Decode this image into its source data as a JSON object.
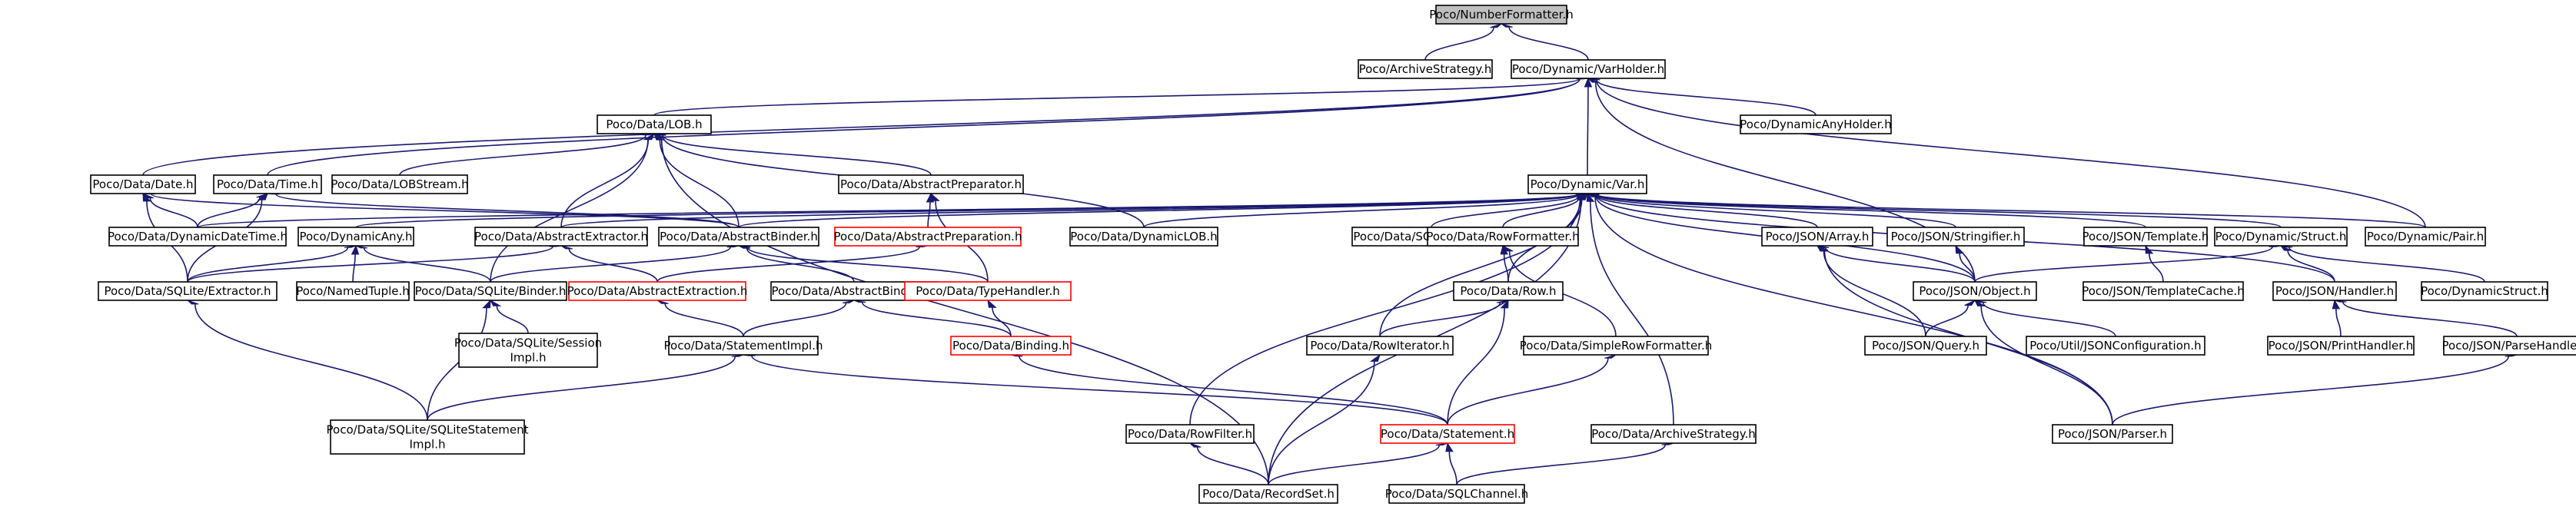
{
  "colors": {
    "edge": "#191970",
    "node_border": "#000000",
    "node_border_incomplete": "#ff0000",
    "root_fill": "#bfbfbf",
    "node_fill": "#ffffff"
  },
  "nodes": [
    {
      "id": "numfmt",
      "label": "Poco/NumberFormatter.h",
      "style": "root"
    },
    {
      "id": "archstrat",
      "label": "Poco/ArchiveStrategy.h",
      "style": "normal"
    },
    {
      "id": "varholder",
      "label": "Poco/Dynamic/VarHolder.h",
      "style": "normal"
    },
    {
      "id": "dynanyholder",
      "label": "Poco/DynamicAnyHolder.h",
      "style": "normal"
    },
    {
      "id": "lob",
      "label": "Poco/Data/LOB.h",
      "style": "normal"
    },
    {
      "id": "date",
      "label": "Poco/Data/Date.h",
      "style": "normal"
    },
    {
      "id": "time",
      "label": "Poco/Data/Time.h",
      "style": "normal"
    },
    {
      "id": "lobstream",
      "label": "Poco/Data/LOBStream.h",
      "style": "normal"
    },
    {
      "id": "abspreparator",
      "label": "Poco/Data/AbstractPreparator.h",
      "style": "normal"
    },
    {
      "id": "var",
      "label": "Poco/Dynamic/Var.h",
      "style": "normal"
    },
    {
      "id": "dyndatetime",
      "label": "Poco/Data/DynamicDateTime.h",
      "style": "normal"
    },
    {
      "id": "dynamicany",
      "label": "Poco/DynamicAny.h",
      "style": "normal"
    },
    {
      "id": "absextractor",
      "label": "Poco/Data/AbstractExtractor.h",
      "style": "normal"
    },
    {
      "id": "absbinder",
      "label": "Poco/Data/AbstractBinder.h",
      "style": "normal"
    },
    {
      "id": "abspreparation",
      "label": "Poco/Data/AbstractPreparation.h",
      "style": "incomplete"
    },
    {
      "id": "dynlob",
      "label": "Poco/Data/DynamicLOB.h",
      "style": "normal"
    },
    {
      "id": "sqlnotifier",
      "label": "Poco/Data/SQLite/Notifier.h",
      "style": "normal"
    },
    {
      "id": "rowformatter",
      "label": "Poco/Data/RowFormatter.h",
      "style": "normal"
    },
    {
      "id": "jsonarray",
      "label": "Poco/JSON/Array.h",
      "style": "normal"
    },
    {
      "id": "jsonstringifier",
      "label": "Poco/JSON/Stringifier.h",
      "style": "normal"
    },
    {
      "id": "jsontemplate",
      "label": "Poco/JSON/Template.h",
      "style": "normal"
    },
    {
      "id": "dynstruct",
      "label": "Poco/Dynamic/Struct.h",
      "style": "normal"
    },
    {
      "id": "dynpair",
      "label": "Poco/Dynamic/Pair.h",
      "style": "normal"
    },
    {
      "id": "sqlextractor",
      "label": "Poco/Data/SQLite/Extractor.h",
      "style": "normal"
    },
    {
      "id": "namedtuple",
      "label": "Poco/NamedTuple.h",
      "style": "normal"
    },
    {
      "id": "sqlbinder",
      "label": "Poco/Data/SQLite/Binder.h",
      "style": "normal"
    },
    {
      "id": "absextraction",
      "label": "Poco/Data/AbstractExtraction.h",
      "style": "incomplete"
    },
    {
      "id": "absbinding",
      "label": "Poco/Data/AbstractBinding.h",
      "style": "normal"
    },
    {
      "id": "typehandler",
      "label": "Poco/Data/TypeHandler.h",
      "style": "incomplete"
    },
    {
      "id": "row",
      "label": "Poco/Data/Row.h",
      "style": "normal"
    },
    {
      "id": "jsonobject",
      "label": "Poco/JSON/Object.h",
      "style": "normal"
    },
    {
      "id": "jsontemplatecache",
      "label": "Poco/JSON/TemplateCache.h",
      "style": "normal"
    },
    {
      "id": "jsonhandler",
      "label": "Poco/JSON/Handler.h",
      "style": "normal"
    },
    {
      "id": "dynamicstruct",
      "label": "Poco/DynamicStruct.h",
      "style": "normal"
    },
    {
      "id": "sqlsessionimpl",
      "label": [
        "Poco/Data/SQLite/Session",
        "Impl.h"
      ],
      "style": "normal"
    },
    {
      "id": "stmtimpl",
      "label": "Poco/Data/StatementImpl.h",
      "style": "normal"
    },
    {
      "id": "binding",
      "label": "Poco/Data/Binding.h",
      "style": "incomplete"
    },
    {
      "id": "rowiterator",
      "label": "Poco/Data/RowIterator.h",
      "style": "normal"
    },
    {
      "id": "simplerowfmt",
      "label": "Poco/Data/SimpleRowFormatter.h",
      "style": "normal"
    },
    {
      "id": "jsonquery",
      "label": "Poco/JSON/Query.h",
      "style": "normal"
    },
    {
      "id": "utiljsoncfg",
      "label": "Poco/Util/JSONConfiguration.h",
      "style": "normal"
    },
    {
      "id": "jsonprinthandler",
      "label": "Poco/JSON/PrintHandler.h",
      "style": "normal"
    },
    {
      "id": "jsonparsehandler",
      "label": "Poco/JSON/ParseHandler.h",
      "style": "normal"
    },
    {
      "id": "sqlstmtimpl",
      "label": [
        "Poco/Data/SQLite/SQLiteStatement",
        "Impl.h"
      ],
      "style": "normal"
    },
    {
      "id": "rowfilter",
      "label": "Poco/Data/RowFilter.h",
      "style": "normal"
    },
    {
      "id": "statement",
      "label": "Poco/Data/Statement.h",
      "style": "incomplete"
    },
    {
      "id": "dataarchstrat",
      "label": "Poco/Data/ArchiveStrategy.h",
      "style": "normal"
    },
    {
      "id": "jsonparser",
      "label": "Poco/JSON/Parser.h",
      "style": "normal"
    },
    {
      "id": "recordset",
      "label": "Poco/Data/RecordSet.h",
      "style": "normal"
    },
    {
      "id": "sqlchannel",
      "label": "Poco/Data/SQLChannel.h",
      "style": "normal"
    }
  ],
  "edges": [
    [
      "numfmt",
      "archstrat"
    ],
    [
      "numfmt",
      "varholder"
    ],
    [
      "varholder",
      "dynanyholder"
    ],
    [
      "varholder",
      "lob"
    ],
    [
      "varholder",
      "time"
    ],
    [
      "varholder",
      "date"
    ],
    [
      "varholder",
      "var"
    ],
    [
      "varholder",
      "dynpair"
    ],
    [
      "varholder",
      "jsonobject"
    ],
    [
      "lob",
      "lobstream"
    ],
    [
      "lob",
      "abspreparator"
    ],
    [
      "lob",
      "absextractor"
    ],
    [
      "lob",
      "absbinder"
    ],
    [
      "lob",
      "dynlob"
    ],
    [
      "lob",
      "sqlbinder"
    ],
    [
      "lob",
      "recordset"
    ],
    [
      "date",
      "dyndatetime"
    ],
    [
      "date",
      "sqlextractor"
    ],
    [
      "date",
      "absbinder"
    ],
    [
      "time",
      "dyndatetime"
    ],
    [
      "time",
      "sqlextractor"
    ],
    [
      "time",
      "absbinder"
    ],
    [
      "abspreparator",
      "abspreparation"
    ],
    [
      "abspreparator",
      "typehandler"
    ],
    [
      "abspreparation",
      "absextraction"
    ],
    [
      "var",
      "dyndatetime"
    ],
    [
      "var",
      "dynamicany"
    ],
    [
      "var",
      "absextractor"
    ],
    [
      "var",
      "absbinder"
    ],
    [
      "var",
      "dynlob"
    ],
    [
      "var",
      "sqlnotifier"
    ],
    [
      "var",
      "rowformatter"
    ],
    [
      "var",
      "row"
    ],
    [
      "var",
      "rowiterator"
    ],
    [
      "var",
      "rowfilter"
    ],
    [
      "var",
      "recordset"
    ],
    [
      "var",
      "dataarchstrat"
    ],
    [
      "var",
      "jsonarray"
    ],
    [
      "var",
      "jsonstringifier"
    ],
    [
      "var",
      "jsontemplate"
    ],
    [
      "var",
      "jsonobject"
    ],
    [
      "var",
      "dynstruct"
    ],
    [
      "var",
      "jsonhandler"
    ],
    [
      "var",
      "jsonparser"
    ],
    [
      "var",
      "dynpair"
    ],
    [
      "dynamicany",
      "sqlextractor"
    ],
    [
      "dynamicany",
      "namedtuple"
    ],
    [
      "dynamicany",
      "sqlbinder"
    ],
    [
      "absextractor",
      "sqlextractor"
    ],
    [
      "absextractor",
      "absextraction"
    ],
    [
      "absbinder",
      "sqlbinder"
    ],
    [
      "absbinder",
      "absbinding"
    ],
    [
      "absbinder",
      "typehandler"
    ],
    [
      "absextraction",
      "stmtimpl"
    ],
    [
      "absbinding",
      "stmtimpl"
    ],
    [
      "absbinding",
      "binding"
    ],
    [
      "typehandler",
      "binding"
    ],
    [
      "sqlextractor",
      "sqlstmtimpl"
    ],
    [
      "sqlbinder",
      "sqlsessionimpl"
    ],
    [
      "sqlbinder",
      "sqlstmtimpl"
    ],
    [
      "stmtimpl",
      "sqlstmtimpl"
    ],
    [
      "stmtimpl",
      "statement"
    ],
    [
      "binding",
      "statement"
    ],
    [
      "rowformatter",
      "row"
    ],
    [
      "rowformatter",
      "simplerowfmt"
    ],
    [
      "row",
      "rowiterator"
    ],
    [
      "row",
      "statement"
    ],
    [
      "rowiterator",
      "recordset"
    ],
    [
      "simplerowfmt",
      "statement"
    ],
    [
      "statement",
      "recordset"
    ],
    [
      "statement",
      "sqlchannel"
    ],
    [
      "rowfilter",
      "recordset"
    ],
    [
      "dataarchstrat",
      "sqlchannel"
    ],
    [
      "jsonarray",
      "jsonobject"
    ],
    [
      "jsonarray",
      "jsonquery"
    ],
    [
      "jsonarray",
      "jsonparser"
    ],
    [
      "jsonstringifier",
      "jsonobject"
    ],
    [
      "jsontemplate",
      "jsontemplatecache"
    ],
    [
      "jsonobject",
      "jsonquery"
    ],
    [
      "jsonobject",
      "utiljsoncfg"
    ],
    [
      "jsonobject",
      "jsonparser"
    ],
    [
      "dynstruct",
      "jsonobject"
    ],
    [
      "dynstruct",
      "dynamicstruct"
    ],
    [
      "dynstruct",
      "jsonhandler"
    ],
    [
      "jsonhandler",
      "jsonprinthandler"
    ],
    [
      "jsonhandler",
      "jsonparsehandler"
    ],
    [
      "jsonparsehandler",
      "jsonparser"
    ]
  ]
}
